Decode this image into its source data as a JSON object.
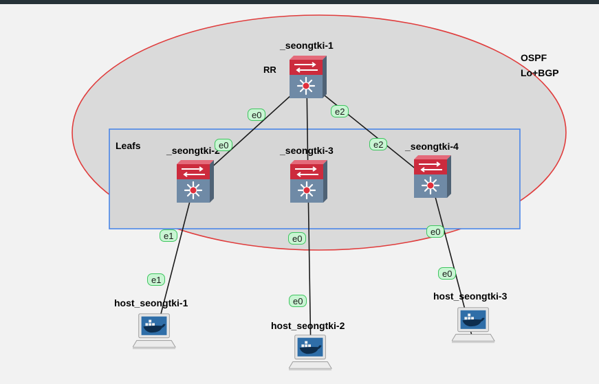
{
  "area_labels": {
    "ospf": "OSPF",
    "lo_bgp": "Lo+BGP",
    "leafs": "Leafs",
    "rr": "RR"
  },
  "devices": {
    "spine": "_seongtki-1",
    "leaf1": "_seongtki-2",
    "leaf2": "_seongtki-3",
    "leaf3": "_seongtki-4"
  },
  "hosts": {
    "h1": "host_seongtki-1",
    "h2": "host_seongtki-2",
    "h3": "host_seongtki-3"
  },
  "ports": {
    "spine_leaf1": "e0",
    "leaf1_spine": "e0",
    "spine_leaf3": "e2",
    "leaf3_spine": "e2",
    "leaf1_host1": "e1",
    "host1_leaf1": "e1",
    "leaf2_host2": "e0",
    "host2_leaf2": "e0",
    "leaf3_host3": "e0",
    "host3_leaf3": "e0"
  },
  "colors": {
    "ellipse_fill": "#dadada",
    "ellipse_stroke": "#e03c3c",
    "rect_stroke": "#4a86e8",
    "port_fill": "#c9f5d3",
    "port_border": "#3ec55f"
  }
}
